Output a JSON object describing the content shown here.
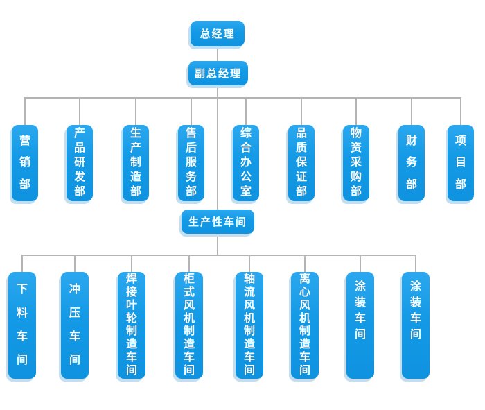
{
  "org": {
    "root": {
      "label": "总经理"
    },
    "deputy": {
      "label": "副总经理"
    },
    "production_section": {
      "label": "生产性车间"
    },
    "departments": [
      {
        "label": "营销部"
      },
      {
        "label": "产品研发部"
      },
      {
        "label": "生产制造部"
      },
      {
        "label": "售后服务部"
      },
      {
        "label": "综合办公室"
      },
      {
        "label": "品质保证部"
      },
      {
        "label": "物资采购部"
      },
      {
        "label": "财务部"
      },
      {
        "label": "项目部"
      }
    ],
    "workshops": [
      {
        "label": "下料车间"
      },
      {
        "label": "冲压车间"
      },
      {
        "label": "焊接叶轮制造车间"
      },
      {
        "label": "柜式风机制造车间"
      },
      {
        "label": "轴流风机制造车间"
      },
      {
        "label": "离心风机制造车间"
      },
      {
        "label": "涂装车间"
      },
      {
        "label": "涂装车间"
      }
    ]
  },
  "colors": {
    "node_blue": "#1399e5",
    "node_blue_light": "#2ba8ef",
    "node_blue_dark": "#0f93e0",
    "node_shadow": "#c2def2",
    "connector_gray": "#b4b4b4",
    "text": "#ffffff",
    "background": "#ffffff"
  }
}
